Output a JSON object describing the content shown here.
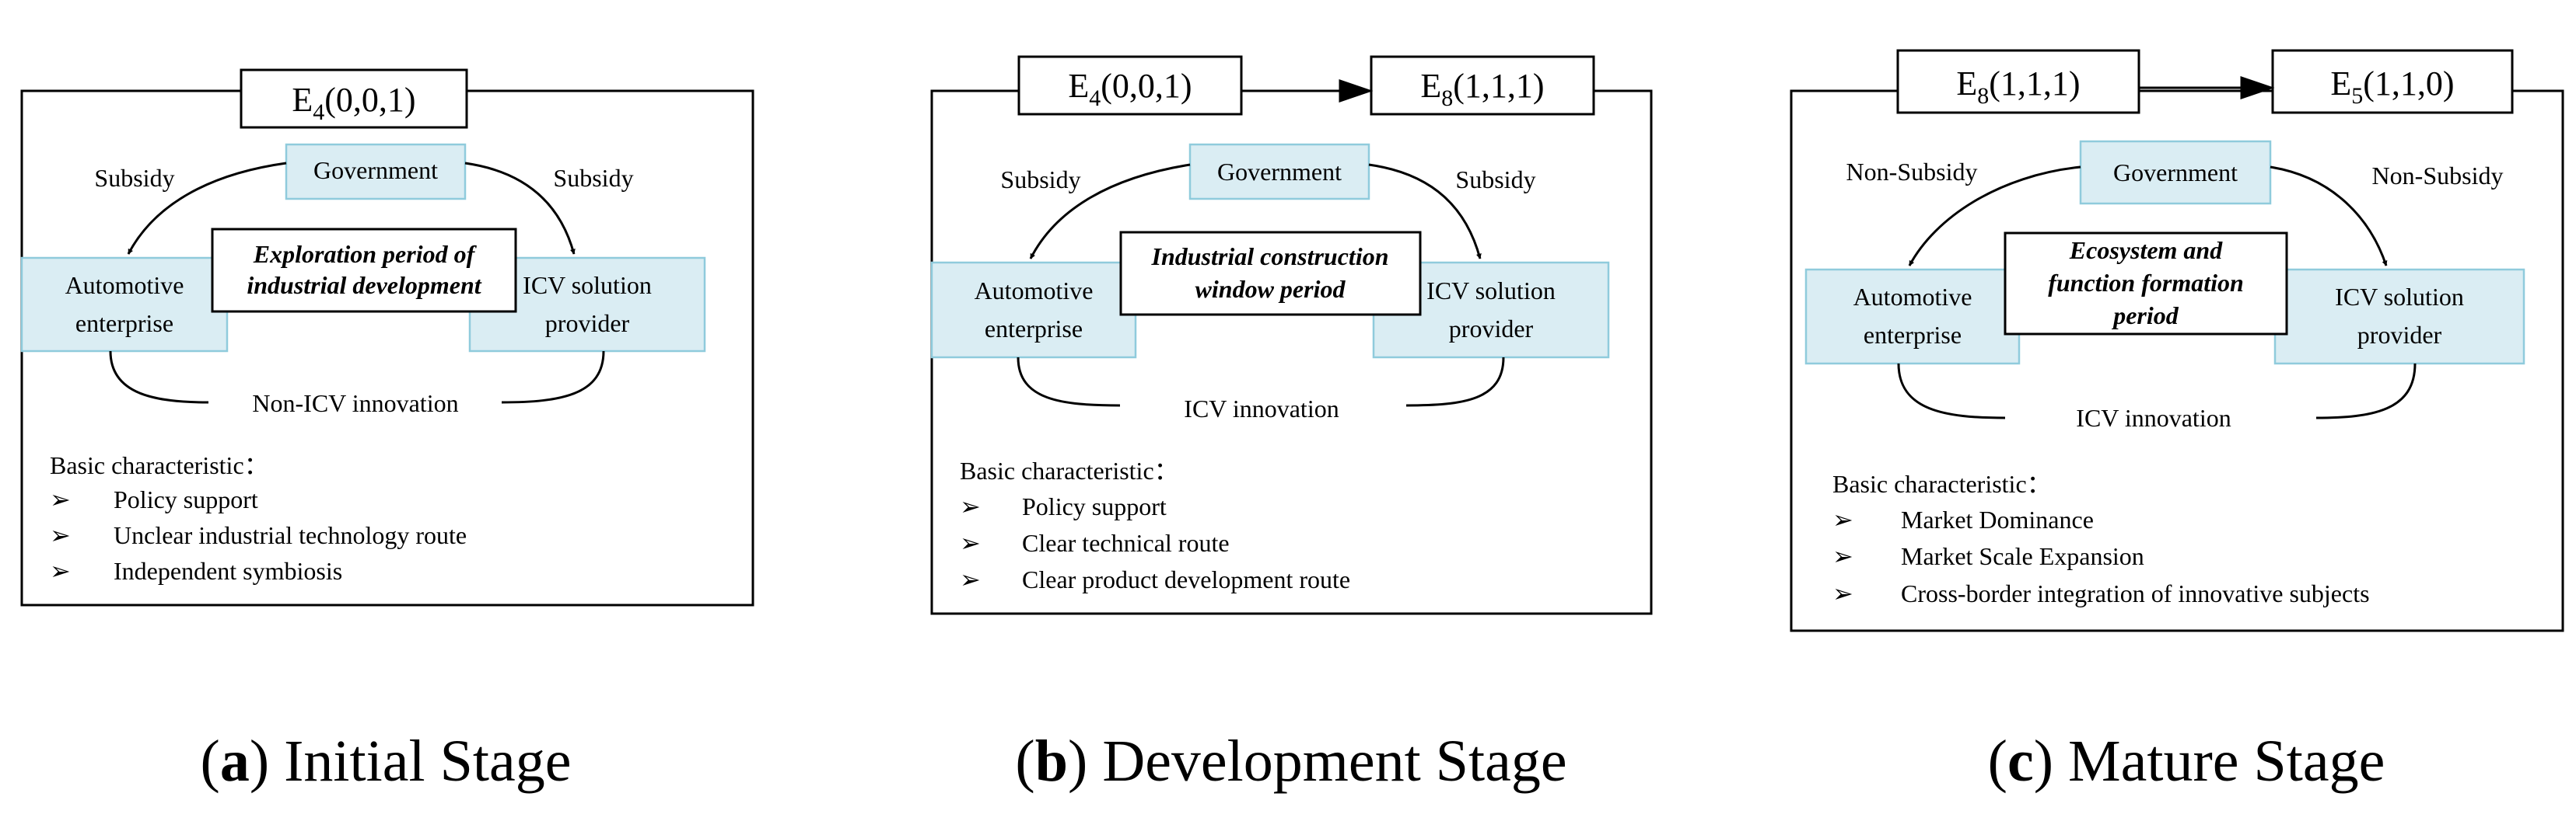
{
  "colors": {
    "actor_fill": "#daedf3",
    "actor_border": "#8fcbdc",
    "line": "#000000"
  },
  "actors": {
    "government": "Government",
    "automotive_line1": "Automotive",
    "automotive_line2": "enterprise",
    "icv_line1": "ICV solution",
    "icv_line2": "provider"
  },
  "characteristic_heading": "Basic characteristic：",
  "bullet_glyph": "➢",
  "panels": [
    {
      "states": [
        {
          "letter": "E",
          "sub": "4",
          "coords": "(0,0,1)"
        }
      ],
      "left_flow": "Subsidy",
      "right_flow": "Subsidy",
      "center_lines": [
        "Exploration period of",
        "industrial development"
      ],
      "innovation": "Non-ICV innovation",
      "characteristics": [
        "Policy support",
        "Unclear industrial technology route",
        "Independent symbiosis"
      ],
      "caption_letter": "a",
      "caption_text": " Initial Stage"
    },
    {
      "states": [
        {
          "letter": "E",
          "sub": "4",
          "coords": "(0,0,1)"
        },
        {
          "letter": "E",
          "sub": "8",
          "coords": "(1,1,1)"
        }
      ],
      "left_flow": "Subsidy",
      "right_flow": "Subsidy",
      "center_lines": [
        "Industrial construction",
        "window period"
      ],
      "innovation": "ICV innovation",
      "characteristics": [
        "Policy support",
        "Clear technical route",
        "Clear product development route"
      ],
      "caption_letter": "b",
      "caption_text": " Development Stage"
    },
    {
      "states": [
        {
          "letter": "E",
          "sub": "8",
          "coords": "(1,1,1)"
        },
        {
          "letter": "E",
          "sub": "5",
          "coords": "(1,1,0)"
        }
      ],
      "left_flow": "Non-Subsidy",
      "right_flow": "Non-Subsidy",
      "center_lines": [
        "Ecosystem and",
        "function formation",
        "period"
      ],
      "innovation": "ICV innovation",
      "characteristics": [
        "Market Dominance",
        "Market Scale Expansion",
        "Cross-border integration of innovative subjects"
      ],
      "caption_letter": "c",
      "caption_text": " Mature Stage"
    }
  ]
}
